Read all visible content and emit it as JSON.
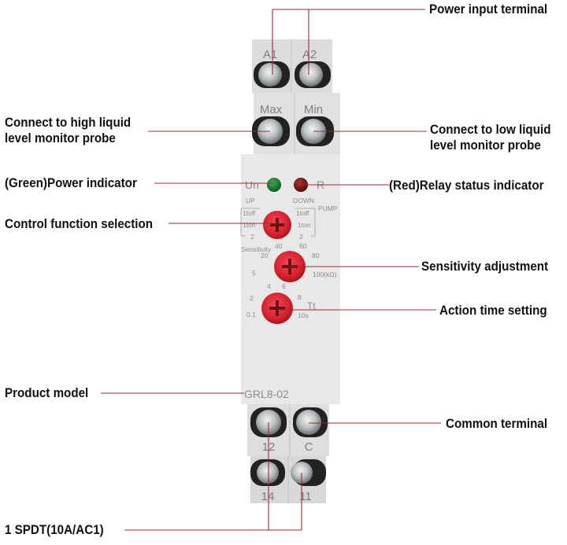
{
  "device": {
    "model": "GRL8-02",
    "top_terminals": [
      "A1",
      "A2"
    ],
    "probe_terminals": [
      "Max",
      "Min"
    ],
    "indicators": [
      {
        "label": "Un",
        "color": "#1f7a3a",
        "meaning": "power"
      },
      {
        "label": "R",
        "color": "#7a1a14",
        "meaning": "relay"
      }
    ],
    "function_dial": {
      "left_header": "UP",
      "right_header": "DOWN",
      "right_extra": "PUMP",
      "left_marks": [
        "1toff",
        "1ton",
        "2"
      ],
      "right_marks": [
        "1toff",
        "1ton",
        "2"
      ]
    },
    "sensitivity_dial": {
      "title": "Sensitivity",
      "marks": [
        "5",
        "20",
        "40",
        "60",
        "80",
        "100(kΩ)"
      ]
    },
    "time_dial": {
      "title": "Tt",
      "marks": [
        "0.1",
        "2",
        "4",
        "6",
        "8",
        "10s"
      ]
    },
    "bottom_upper_terminals": [
      "12",
      "C"
    ],
    "bottom_lower_terminals": [
      "14",
      "11"
    ],
    "colors": {
      "body": "#e6e6e6",
      "dial": "#d92a35",
      "leader": "#9b2a33"
    }
  },
  "callouts": {
    "power_input": "Power input terminal",
    "high_probe_1": "Connect to high liquid",
    "high_probe_2": "level monitor probe",
    "low_probe_1": "Connect to low liquid",
    "low_probe_2": "level monitor probe",
    "power_indicator": "(Green)Power indicator",
    "relay_indicator": "(Red)Relay status indicator",
    "control_function": "Control function selection",
    "sensitivity": "Sensitivity adjustment",
    "action_time": "Action time setting",
    "product_model": "Product model",
    "common_terminal": "Common terminal",
    "spdt": "1 SPDT(10A/AC1)"
  }
}
